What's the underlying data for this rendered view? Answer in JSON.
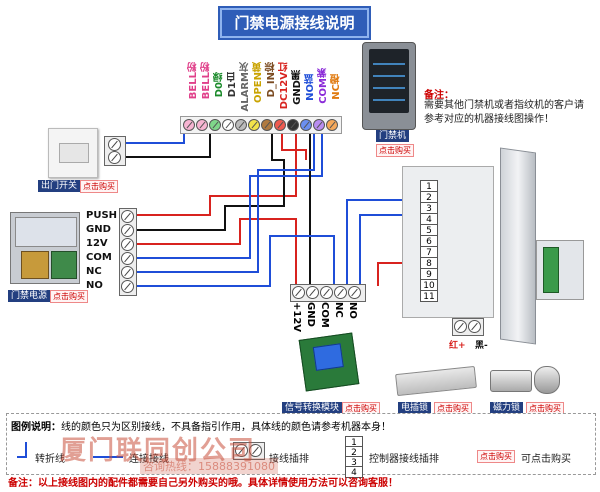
{
  "title": "门禁电源接线说明",
  "access_terminals": {
    "labels": [
      "BELL粉",
      "BELL粉",
      "D0绿",
      "D1白",
      "ALARM灰",
      "OPEN黄",
      "D_IN棕",
      "DC12V红",
      "GND黑",
      "NO蓝",
      "COM紫",
      "NC橙"
    ]
  },
  "reader": {
    "caption": "门禁机",
    "buy": "点击购买",
    "note_title": "备注：",
    "note_body": "需要其他门禁机或者指纹机的客户请参考对应的机器接线图操作！"
  },
  "exit_button": {
    "caption": "出门开关",
    "buy": "点击购买"
  },
  "power_supply": {
    "caption": "门禁电源",
    "buy": "点击购买",
    "terminals": [
      "PUSH",
      "GND",
      "12V",
      "COM",
      "NC",
      "NO"
    ]
  },
  "relay_module": {
    "labels": [
      "+12V",
      "GND",
      "COM",
      "NC",
      "NO"
    ],
    "caption": "信号转换模块",
    "buy": "点击购买"
  },
  "controller_board": {
    "numbers": [
      "1",
      "2",
      "3",
      "4",
      "5",
      "6",
      "7",
      "8",
      "9",
      "10",
      "11"
    ],
    "lock_labels": {
      "red": "红+",
      "black": "黑-"
    }
  },
  "electric_lock": {
    "caption": "电插锁",
    "buy": "点击购买"
  },
  "magnetic_lock": {
    "caption": "磁力锁",
    "buy": "点击购买"
  },
  "legend": {
    "title": "图例说明：",
    "description": "线的颜色只为区别接线，不具备指引作用，具体线的颜色请参考机器本身！",
    "turn_line": "转折线",
    "link_line": "连接接线",
    "wire_post": "接线插排",
    "controller_post": "控制器接线插排",
    "click_buy": "可点击购买",
    "click_buy_button": "点击购买",
    "numbers": [
      "1",
      "2",
      "3",
      "4"
    ]
  },
  "footer": "备注：以上接线图内的配件都需要自己另外购买的哦。具体详情使用方法可以咨询客服！",
  "watermark": {
    "company": "厦门联同创公司",
    "hotline": "咨询热线：15888391080"
  },
  "colors": {
    "blue": "#1f4ed8",
    "red": "#d8231f",
    "black": "#111111",
    "title_bg": "#2f5db8"
  }
}
